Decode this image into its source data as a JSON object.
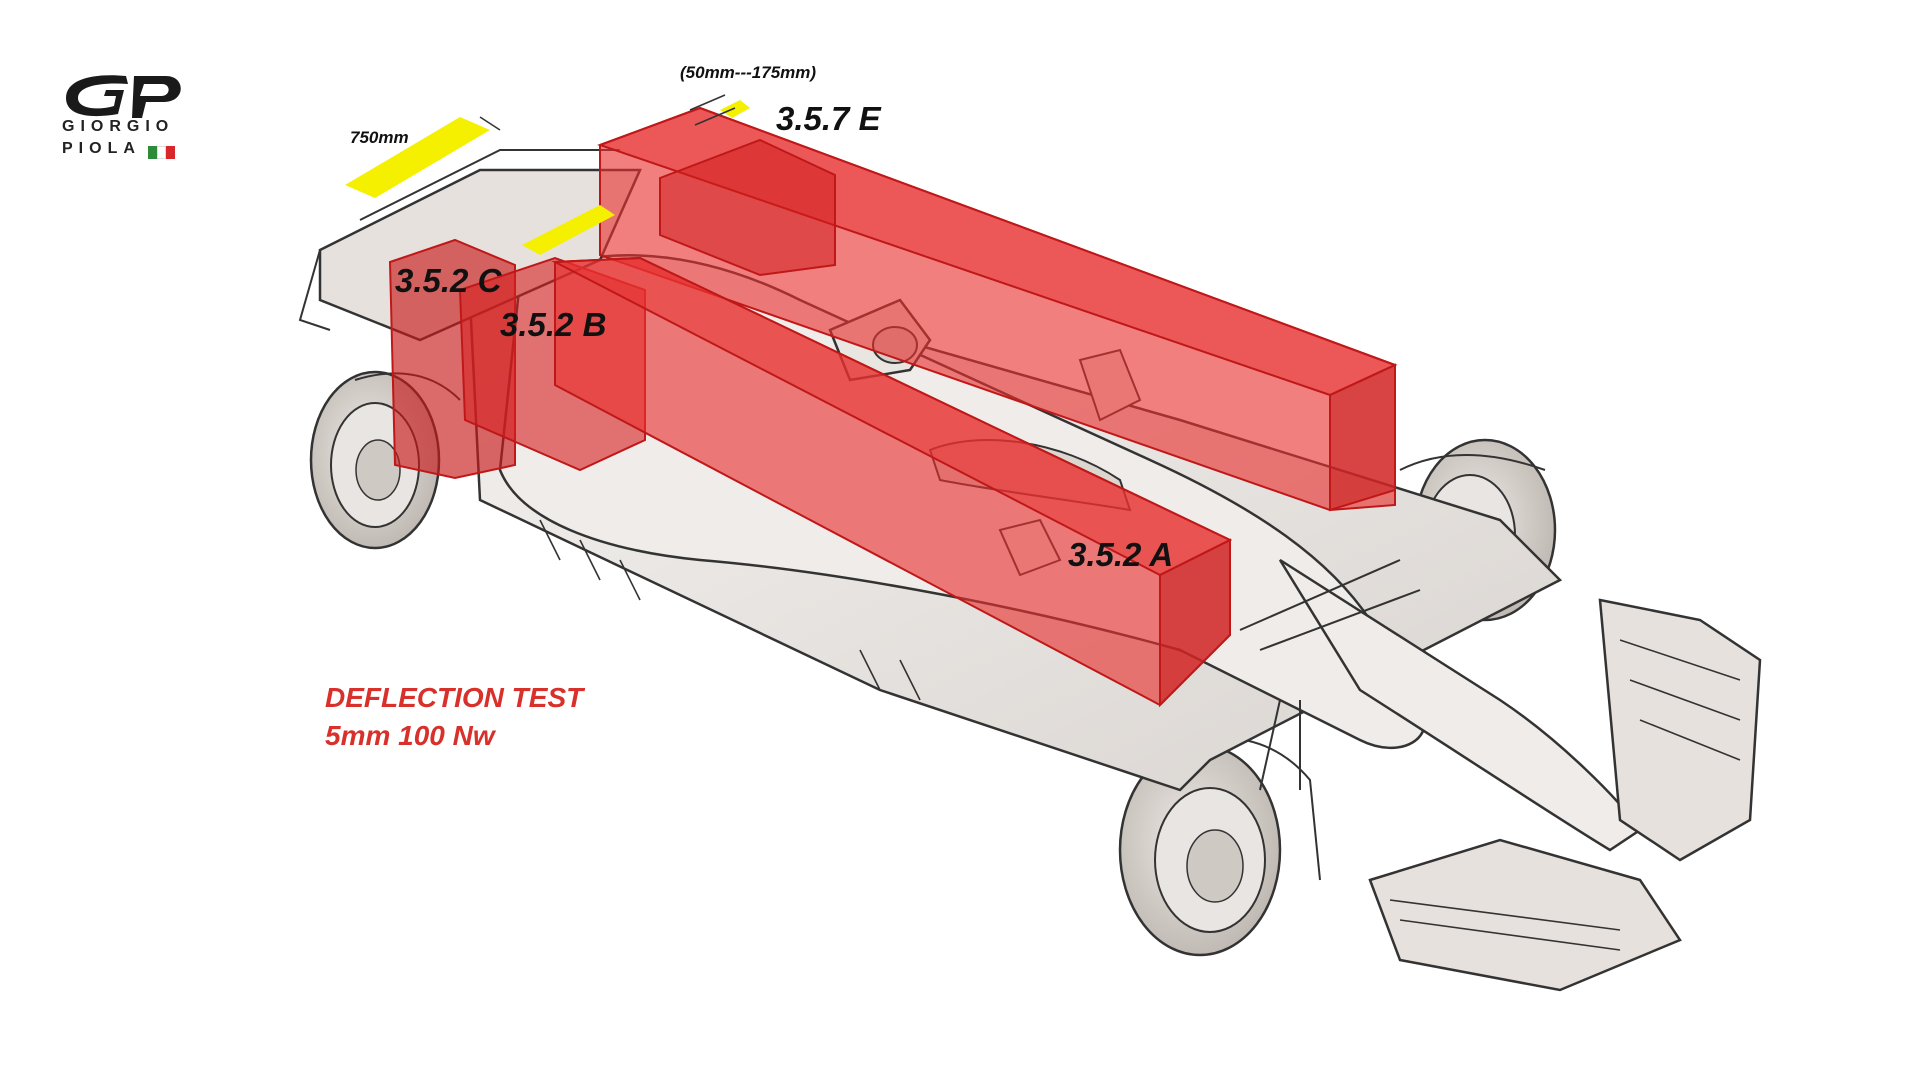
{
  "brand": {
    "line1": "GIORGIO",
    "line2": "PIOLA",
    "flag_colors": [
      "#2e8b3a",
      "#ffffff",
      "#d8262b"
    ]
  },
  "dimensions": {
    "width_label": "750mm",
    "range_label": "(50mm---175mm)"
  },
  "zones": [
    {
      "id": "3.5.2 A",
      "label": "3.5.2 A"
    },
    {
      "id": "3.5.2 B",
      "label": "3.5.2 B"
    },
    {
      "id": "3.5.2 C",
      "label": "3.5.2 C"
    },
    {
      "id": "3.5.7 E",
      "label": "3.5.7 E"
    }
  ],
  "note": {
    "line1": "DEFLECTION TEST",
    "line2": "5mm 100 Nw",
    "color": "#d8302a"
  },
  "colors": {
    "zone_fill": "#e8302f",
    "zone_edge": "#c01818",
    "dimension_bar": "#f4f000"
  }
}
